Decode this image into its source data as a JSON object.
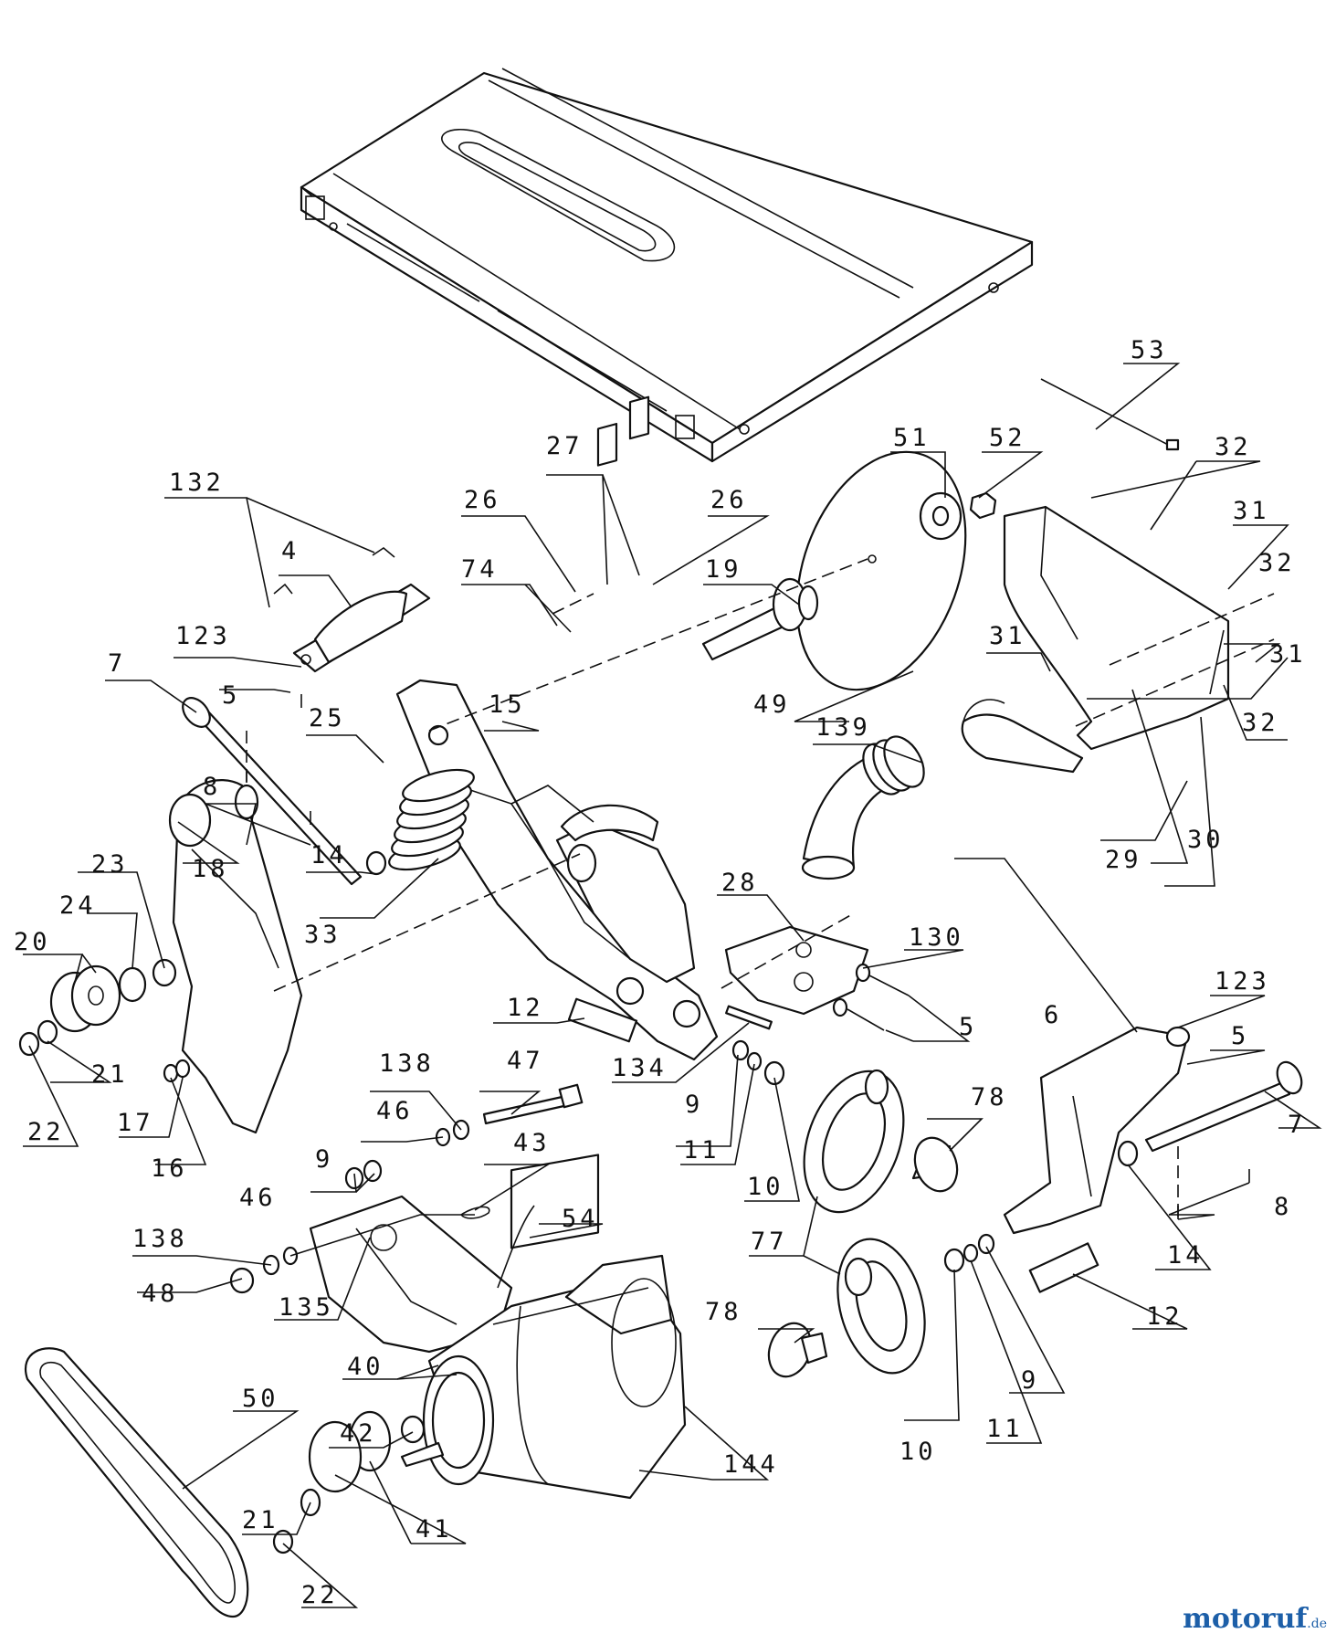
{
  "watermark": {
    "text": "motoruf",
    "suffix": ".de"
  },
  "labels": {
    "p53": "53",
    "p51": "51",
    "p52": "52",
    "p32a": "32",
    "p27": "27",
    "p26a": "26",
    "p26b": "26",
    "p132": "132",
    "p31a": "31",
    "p32b": "32",
    "p74": "74",
    "p19": "19",
    "p4": "4",
    "p31b": "31",
    "p31c": "31",
    "p123a": "123",
    "p7a": "7",
    "p5a": "5",
    "p15": "15",
    "p25": "25",
    "p139": "139",
    "p32c": "32",
    "p49": "49",
    "p8a": "8",
    "p14a": "14",
    "p23": "23",
    "p18": "18",
    "p29": "29",
    "p30": "30",
    "p24": "24",
    "p33": "33",
    "p28": "28",
    "p20": "20",
    "p130": "130",
    "p123b": "123",
    "p12a": "12",
    "p5b": "5",
    "p6": "6",
    "p5c": "5",
    "p21a": "21",
    "p134": "134",
    "p138a": "138",
    "p47": "47",
    "p17": "17",
    "p22a": "22",
    "p9a": "9",
    "p78a": "78",
    "p7b": "7",
    "p46a": "46",
    "p16": "16",
    "p11a": "11",
    "p43": "43",
    "p9b": "9",
    "p10a": "10",
    "p46b": "46",
    "p54": "54",
    "p8b": "8",
    "p77": "77",
    "p14b": "14",
    "p138b": "138",
    "p48": "48",
    "p135": "135",
    "p78b": "78",
    "p12b": "12",
    "p40": "40",
    "p9c": "9",
    "p50": "50",
    "p42": "42",
    "p10b": "10",
    "p11b": "11",
    "p144": "144",
    "p21b": "21",
    "p41": "41",
    "p22b": "22"
  }
}
